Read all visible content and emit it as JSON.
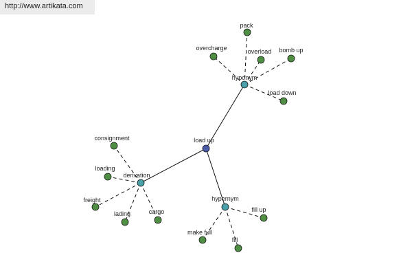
{
  "url": "http://www.artikata.com",
  "graph": {
    "root": "load up",
    "groups": [
      {
        "label": "hyponym",
        "leaves": [
          "pack",
          "overcharge",
          "overload",
          "bomb up",
          "load down"
        ]
      },
      {
        "label": "derivation",
        "leaves": [
          "consignment",
          "loading",
          "freight",
          "lading",
          "cargo"
        ]
      },
      {
        "label": "hypernym",
        "leaves": [
          "fill up",
          "make full",
          "fill"
        ]
      }
    ]
  },
  "colors": {
    "root_node": "#4a5aa8",
    "group_node": "#4aa0a8",
    "leaf_node": "#4f8f44",
    "edge": "#111111",
    "node_stroke": "#1a1a1a"
  }
}
